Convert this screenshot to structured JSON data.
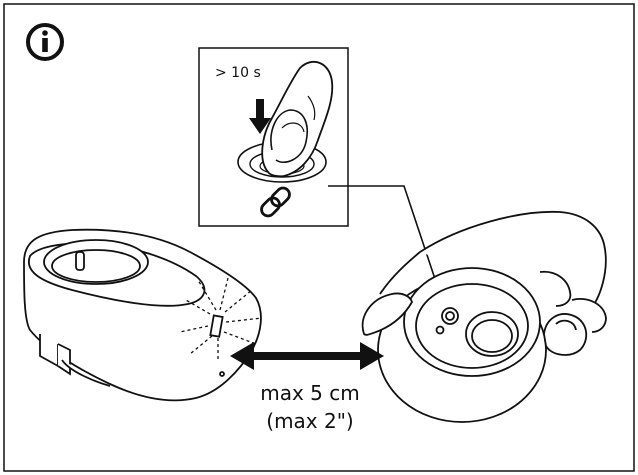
{
  "info_icon": {
    "name": "info-icon",
    "glyph": "i"
  },
  "inset": {
    "press_duration": "> 10 s",
    "arrow_icon": "down-arrow-icon",
    "link_icon": "chain-link-icon"
  },
  "distance": {
    "metric": "max 5 cm",
    "imperial": "(max 2\")",
    "arrow_icon": "double-headed-arrow-icon"
  },
  "colors": {
    "line": "#111111",
    "background": "#ffffff"
  }
}
